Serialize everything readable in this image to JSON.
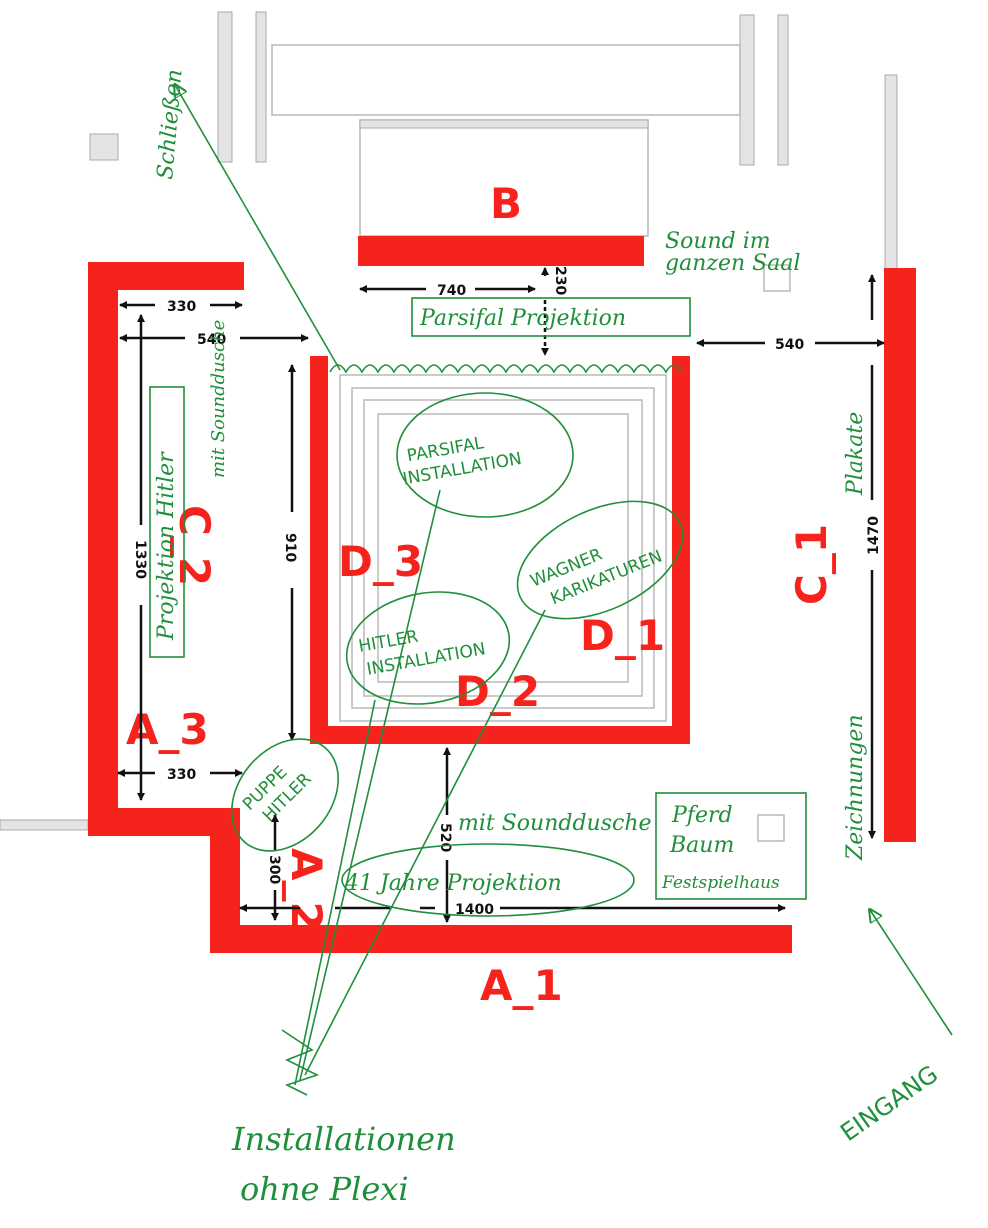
{
  "zones": {
    "b": "B",
    "a1": "A_1",
    "a2": "A_2",
    "a3": "A_3",
    "c1": "C_1",
    "c2": "C_2",
    "d1": "D_1",
    "d2": "D_2",
    "d3": "D_3"
  },
  "dimensions": {
    "top_left_width": "330",
    "left_room_width": "540",
    "b_wall_width": "740",
    "b_gap": "230",
    "right_gap": "540",
    "right_wall_length": "1470",
    "center_height": "910",
    "left_wall_length": "1330",
    "bottom_left_width": "330",
    "bottom_gap": "520",
    "a2_height": "300",
    "a1_length": "1400"
  },
  "annotations": {
    "schliessen": "Schließen",
    "sound_saal_1": "Sound im",
    "sound_saal_2": "ganzen Saal",
    "parsifal_projektion": "Parsifal Projektion",
    "plakate": "Plakate",
    "zeichnungen": "Zeichnungen",
    "projektion_hitler": "Projektion Hitler",
    "mit_sounddusche_left": "mit Sounddusche",
    "parsifal_inst_1": "PARSIFAL",
    "parsifal_inst_2": "INSTALLATION",
    "wagner_1": "WAGNER",
    "wagner_2": "KARIKATUREN",
    "hitler_inst_1": "HITLER",
    "hitler_inst_2": "INSTALLATION",
    "puppe_1": "PUPPE",
    "puppe_2": "HITLER",
    "mit_sounddusche_bottom": "mit Sounddusche",
    "jahre_projektion": "41 Jahre Projektion",
    "pferd_1": "Pferd",
    "pferd_2": "Baum",
    "pferd_3": "Festspielhaus",
    "installationen_1": "Installationen",
    "installationen_2": "ohne Plexi",
    "eingang": "EINGANG"
  },
  "colors": {
    "wall": "#f5231c",
    "annotation": "#1f8f3a",
    "dimension": "#111111"
  }
}
